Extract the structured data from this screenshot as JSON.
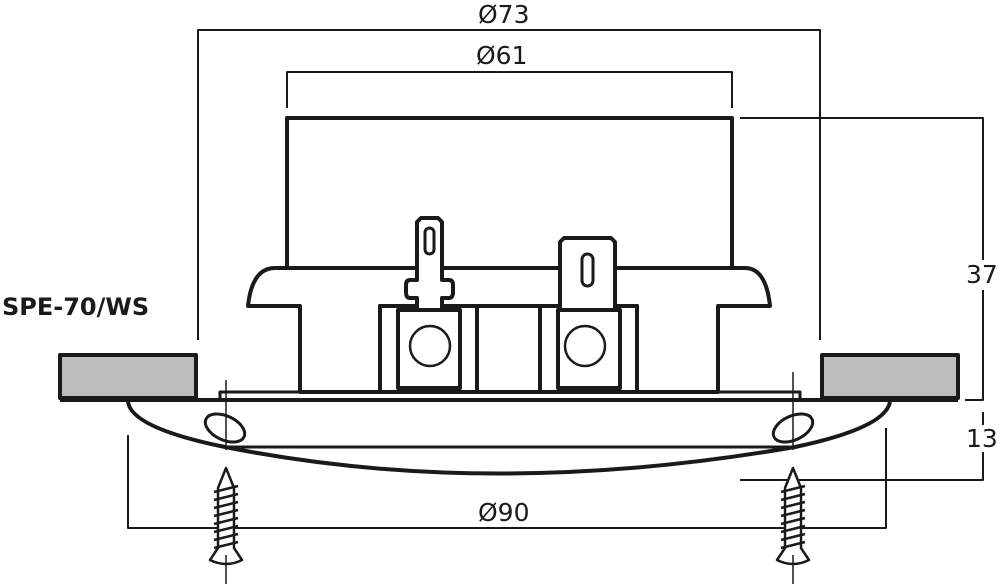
{
  "model_label": "SPE-70/WS",
  "dimensions": {
    "outer_mount_diameter": "Ø73",
    "magnet_diameter": "Ø61",
    "bezel_diameter": "Ø90",
    "total_depth": "37",
    "bezel_depth": "13"
  },
  "colors": {
    "line": "#1a1a1a",
    "panel": "#bdbdbd"
  }
}
